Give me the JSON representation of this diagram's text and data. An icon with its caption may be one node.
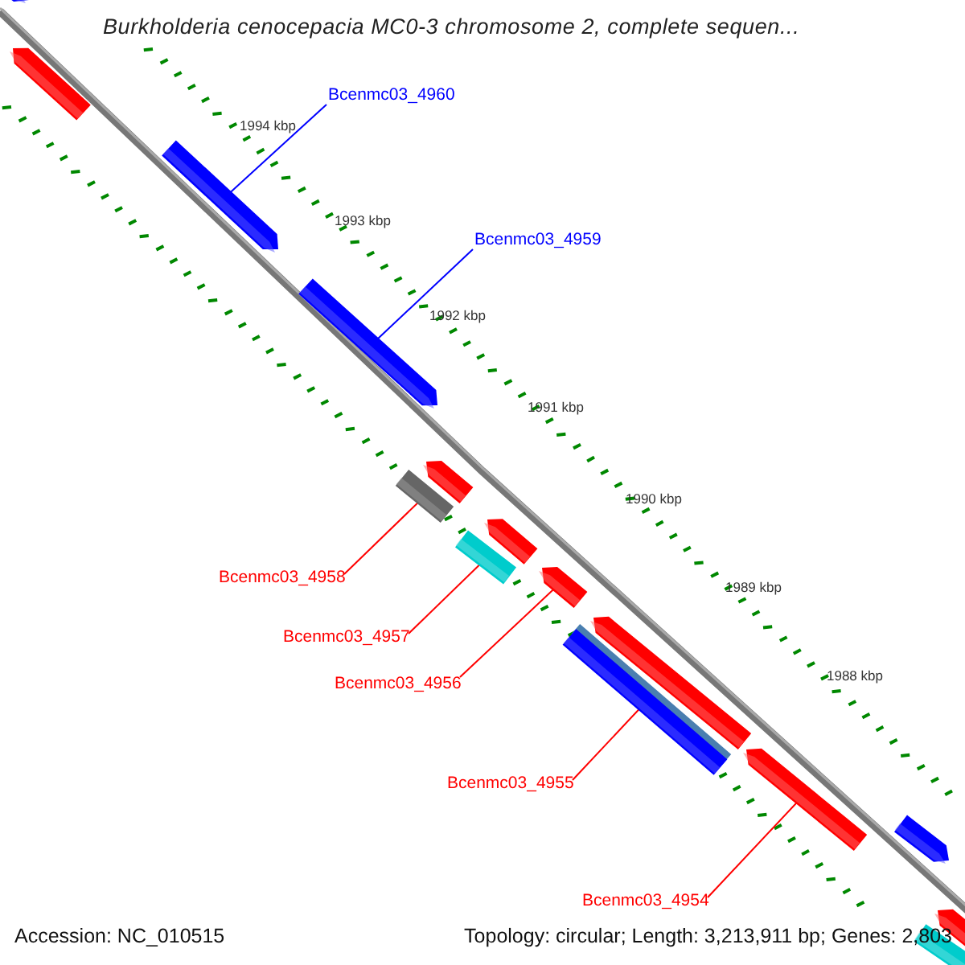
{
  "diagram": {
    "title": "Burkholderia cenocepacia MC0-3 chromosome 2, complete sequen...",
    "nodes": [
      {
        "text": [
          "Bcenmc03_4960"
        ]
      },
      {
        "text": [
          "Bcenmc03_4959"
        ]
      },
      {
        "text": [
          "Bcenmc03_4958"
        ]
      },
      {
        "text": [
          "Bcenmc03_4957"
        ]
      },
      {
        "text": [
          "Bcenmc03_4956"
        ]
      },
      {
        "text": [
          "Bcenmc03_4955"
        ]
      },
      {
        "text": [
          "Bcenmc03_4954"
        ]
      },
      {
        "text": [],
        "shape": "arrow"
      },
      {
        "text": [],
        "shape": "arrow"
      },
      {
        "text": [],
        "shape": "arrow"
      },
      {
        "text": [],
        "shape": "arrow"
      },
      {
        "text": [],
        "shape": "arrow"
      },
      {
        "text": [],
        "shape": "bar"
      },
      {
        "text": [],
        "shape": "arrow"
      },
      {
        "text": [],
        "shape": "bar"
      },
      {
        "text": [],
        "shape": "arrow"
      },
      {
        "text": [],
        "shape": "arrow"
      },
      {
        "text": [],
        "shape": "bar"
      },
      {
        "text": [],
        "shape": "arrow"
      },
      {
        "text": [],
        "shape": "arrow"
      },
      {
        "text": [],
        "shape": "arrow"
      },
      {
        "text": [],
        "shape": "bar"
      }
    ],
    "edges": [
      {
        "from": 0,
        "to": 9,
        "arrow": "none",
        "color": "#0000ff"
      },
      {
        "from": 1,
        "to": 10,
        "arrow": "none",
        "color": "#0000ff"
      },
      {
        "from": 2,
        "to": 12,
        "arrow": "none"
      },
      {
        "from": 3,
        "to": 14,
        "arrow": "none"
      },
      {
        "from": 4,
        "to": 15,
        "arrow": "none"
      },
      {
        "from": 5,
        "to": 17,
        "arrow": "none"
      },
      {
        "from": 6,
        "to": 18,
        "arrow": "none"
      }
    ],
    "labels": [
      "1994 kbp",
      "1993 kbp",
      "1992 kbp",
      "1991 kbp",
      "1990 kbp",
      "1989 kbp",
      "1988 kbp",
      "Accession: NC_010515",
      "Topology: circular; Length: 3,213,911 bp; Genes: 2,803"
    ]
  }
}
